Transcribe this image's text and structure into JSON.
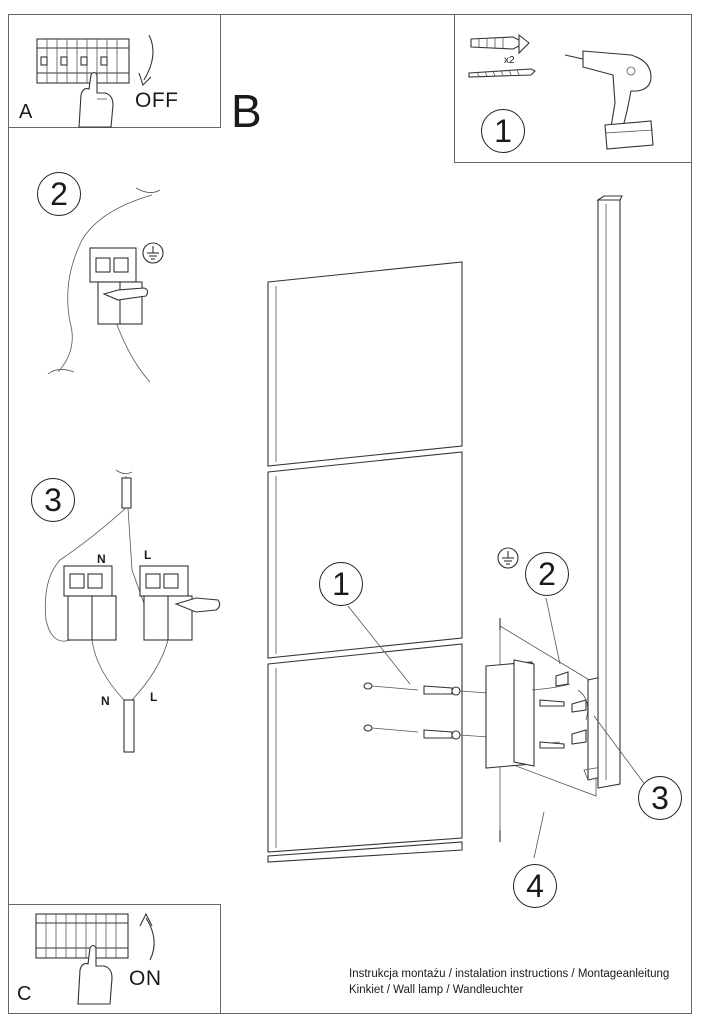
{
  "panels": {
    "a": {
      "letter": "A",
      "state": "OFF"
    },
    "b": {
      "letter": "B"
    },
    "c": {
      "letter": "C",
      "state": "ON"
    }
  },
  "steps": {
    "tools": "1",
    "connect_earth": "2",
    "connect_wires": "3",
    "b_1": "1",
    "b_2": "2",
    "b_3": "3",
    "b_4": "4"
  },
  "labels": {
    "dowel_count": "x2",
    "neutral": "N",
    "live": "L",
    "neutral_bottom": "N",
    "live_bottom": "L"
  },
  "caption": {
    "line1": "Instrukcja montażu / instalation instructions / Montageanleitung",
    "line2": "Kinkiet / Wall lamp / Wandleuchter"
  },
  "icons": [
    "circuit-breaker-icon",
    "hand-icon",
    "arrow-icon",
    "wall-plug-icon",
    "screw-icon",
    "drill-icon",
    "earth-ground-icon",
    "terminal-block-icon",
    "wall-lamp-icon"
  ]
}
